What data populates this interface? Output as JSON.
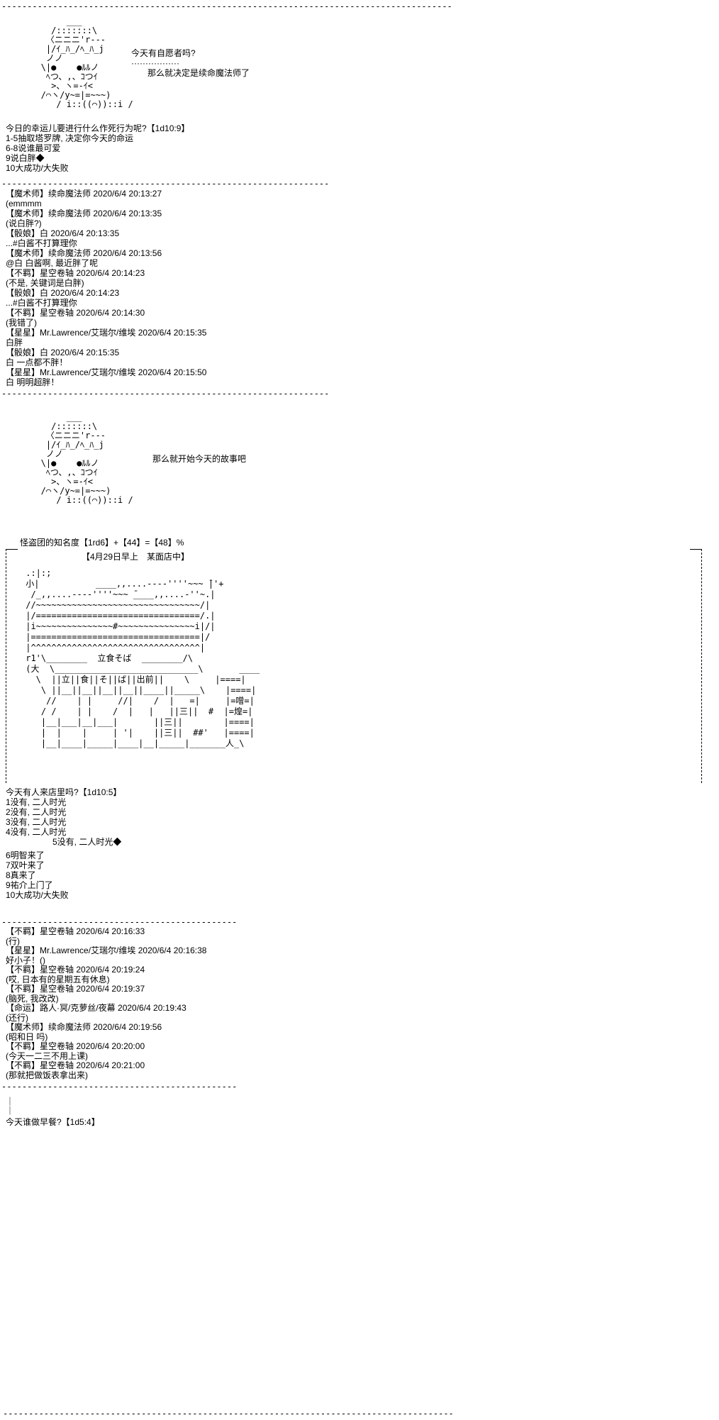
{
  "colors": {
    "bg": "#ffffff",
    "fg": "#000000"
  },
  "separators": {
    "long": "----------------------------------------------------------------------------------------",
    "med": "----------------------------------------------------------------",
    "short": "----------------------------------------------"
  },
  "aa_mage": {
    "lines": [
      "        ___",
      "     /:::::::\\",
      "    〈ニニニ'r---",
      "    |/ｲ_ﾊ_/ﾍ_ﾊ_j",
      "    ノノ",
      "   \\|●    ●ﾙﾙノ",
      "    ﾍつ、,、ｺつｲ",
      "     >、ヽ=-ｲ<",
      "   /⌒ヽ/y~=|=~~~)",
      "      / i::((⌒))::i /"
    ]
  },
  "aa1": {
    "speech1": "今天有自愿者吗?",
    "dots": "·················",
    "speech2": "那么就决定是续命魔法师了"
  },
  "roll1": {
    "title": "今日的幸运儿要进行什么作死行为呢?【1d10:9】",
    "options": [
      "1-5抽取塔罗牌, 决定你今天的命运",
      "6-8说谁最可爱",
      "9说白胖◆",
      "10大成功/大失败"
    ]
  },
  "chat1": [
    {
      "name": "【魔术师】续命魔法师",
      "time": "2020/6/4 20:13:27",
      "body": "(emmmm"
    },
    {
      "name": "【魔术师】续命魔法师",
      "time": "2020/6/4 20:13:35",
      "body": "(说白胖?)"
    },
    {
      "name": "【骰娘】白",
      "time": "2020/6/4 20:13:35",
      "body": "...#白酱不打算理你"
    },
    {
      "name": "【魔术师】续命魔法师",
      "time": "2020/6/4 20:13:56",
      "body": "@白 白酱啊, 最近胖了呢"
    },
    {
      "name": "【不羁】星空卷轴",
      "time": "2020/6/4 20:14:23",
      "body": "(不是, 关键词是白胖)"
    },
    {
      "name": "【骰娘】白",
      "time": "2020/6/4 20:14:23",
      "body": "...#白酱不打算理你"
    },
    {
      "name": "【不羁】星空卷轴",
      "time": "2020/6/4 20:14:30",
      "body": "(我错了)"
    },
    {
      "name": "【星星】Mr.Lawrence/艾瑞尔/维埃",
      "time": "2020/6/4 20:15:35",
      "body": "白胖"
    },
    {
      "name": "【骰娘】白",
      "time": "2020/6/4 20:15:35",
      "body": "白 一点都不胖！"
    },
    {
      "name": "【星星】Mr.Lawrence/艾瑞尔/维埃",
      "time": "2020/6/4 20:15:50",
      "body": "白 明明超胖！"
    }
  ],
  "aa2": {
    "speech": "那么就开始今天的故事吧"
  },
  "fame_line": "怪盗团的知名度【1rd6】+【44】=【48】%",
  "scene": {
    "caption": "【4月29日早上　某面店中】",
    "lines": [
      " .:|:;",
      " 小|           ____,,....----''''~~~ ̄|'+",
      "  /_,,....----''''~~~ ̄____,,....-''~.|",
      " //~~~~~~~~~~~~~~~~~~~~~~~~~~~~~~~~/|",
      " |/================================/.|",
      " |i~~~~~~~~~~~~~~~#~~~~~~~~~~~~~~~i|/|",
      " |=================================|/",
      " |^^^^^^^^^^^^^^^^^^^^^^^^^^^^^^^^^|",
      " r1'\\________  立食そば  ________/\\",
      " (大  \\____________________________\\       ____",
      "   \\  ||立||食||そ||ば||出前||    \\     |====|",
      "    \\ ||__||__||__||__||____||_____\\    |====|",
      "     //    | |     //|    /  |   =|     |=噌=|",
      "    / /    | |    /  |   |   ||三||  #  |=煌=|",
      "    |__|___|__|___|       ||三||        |====|",
      "    |  |    |     | '|    ||三||  ##'   |====|",
      "    |__|____|_____|____|__|_____|_______人_\\"
    ]
  },
  "roll2": {
    "title": "今天有人来店里吗?【1d10:5】",
    "options": [
      "1没有, 二人时光",
      "2没有, 二人时光",
      "3没有, 二人时光",
      "4没有, 二人时光",
      "5没有, 二人时光◆",
      "6明智来了",
      "7双叶来了",
      "8真来了",
      "9祐介上门了",
      "10大成功/大失败"
    ]
  },
  "chat2": [
    {
      "name": "【不羁】星空卷轴",
      "time": "2020/6/4 20:16:33",
      "body": "(行)"
    },
    {
      "name": "【星星】Mr.Lawrence/艾瑞尔/维埃",
      "time": "2020/6/4 20:16:38",
      "body": "好小子！()"
    },
    {
      "name": "【不羁】星空卷轴",
      "time": "2020/6/4 20:19:24",
      "body": "(哎, 日本有的星期五有休息)"
    },
    {
      "name": "【不羁】星空卷轴",
      "time": "2020/6/4 20:19:37",
      "body": "(脑死, 我改改)"
    },
    {
      "name": "【命运】路人·冥/克萝丝/夜幕",
      "time": "2020/6/4 20:19:43",
      "body": "(还行)"
    },
    {
      "name": "【魔术师】续命魔法师",
      "time": "2020/6/4 20:19:56",
      "body": "(昭和日 吗)"
    },
    {
      "name": "【不羁】星空卷轴",
      "time": "2020/6/4 20:20:00",
      "body": "(今天一二三不用上课)"
    },
    {
      "name": "【不羁】星空卷轴",
      "time": "2020/6/4 20:21:00",
      "body": "(那就把做饭表拿出来)"
    }
  ],
  "frame_marks": [
    "｜",
    "｜"
  ],
  "final_question": "今天谁做早餐?【1d5:4】"
}
